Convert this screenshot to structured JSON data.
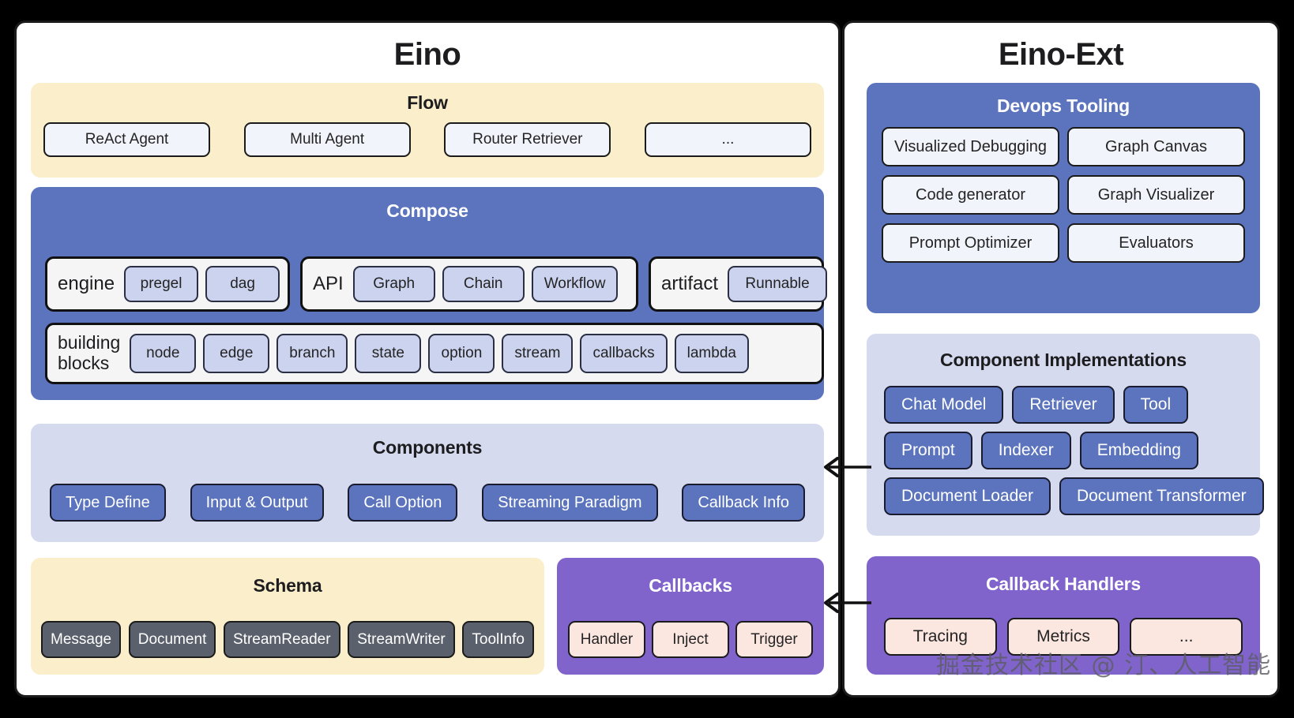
{
  "colors": {
    "flow_bg": "#faeecb",
    "compose_bg": "#5b74bd",
    "components_bg": "#d5daef",
    "schema_bg": "#faeecb",
    "callbacks_bg": "#8064cb",
    "devops_bg": "#5b74bd",
    "compimpl_bg": "#d5daef",
    "cbhandlers_bg": "#8064cb",
    "chip_white": "#f2f4fb",
    "chip_lavender": "#ccd3ef",
    "chip_blue": "#5b74bd",
    "chip_dark": "#5a606c",
    "chip_pink": "#fbe6e0",
    "border": "#1b1b1b",
    "page_bg": "#000000"
  },
  "left_panel": {
    "title": "Eino",
    "flow": {
      "title": "Flow",
      "items": [
        {
          "label": "ReAct Agent"
        },
        {
          "label": "Multi Agent"
        },
        {
          "label": "Router Retriever"
        },
        {
          "label": "..."
        }
      ]
    },
    "compose": {
      "title": "Compose",
      "groups": [
        {
          "label": "engine",
          "items": [
            {
              "label": "pregel"
            },
            {
              "label": "dag"
            }
          ]
        },
        {
          "label": "API",
          "items": [
            {
              "label": "Graph"
            },
            {
              "label": "Chain"
            },
            {
              "label": "Workflow"
            }
          ]
        },
        {
          "label": "artifact",
          "items": [
            {
              "label": "Runnable"
            }
          ]
        }
      ],
      "building_blocks": {
        "label": "building\nblocks",
        "items": [
          {
            "label": "node"
          },
          {
            "label": "edge"
          },
          {
            "label": "branch"
          },
          {
            "label": "state"
          },
          {
            "label": "option"
          },
          {
            "label": "stream"
          },
          {
            "label": "callbacks"
          },
          {
            "label": "lambda"
          }
        ]
      }
    },
    "components": {
      "title": "Components",
      "items": [
        {
          "label": "Type Define"
        },
        {
          "label": "Input & Output"
        },
        {
          "label": "Call Option"
        },
        {
          "label": "Streaming Paradigm"
        },
        {
          "label": "Callback Info"
        }
      ]
    },
    "schema": {
      "title": "Schema",
      "items": [
        {
          "label": "Message"
        },
        {
          "label": "Document"
        },
        {
          "label": "StreamReader"
        },
        {
          "label": "StreamWriter"
        },
        {
          "label": "ToolInfo"
        }
      ]
    },
    "callbacks": {
      "title": "Callbacks",
      "items": [
        {
          "label": "Handler"
        },
        {
          "label": "Inject"
        },
        {
          "label": "Trigger"
        }
      ]
    }
  },
  "right_panel": {
    "title": "Eino-Ext",
    "devops": {
      "title": "Devops Tooling",
      "items": [
        {
          "label": "Visualized Debugging"
        },
        {
          "label": "Graph Canvas"
        },
        {
          "label": "Code generator"
        },
        {
          "label": "Graph Visualizer"
        },
        {
          "label": "Prompt Optimizer"
        },
        {
          "label": "Evaluators"
        }
      ]
    },
    "component_implementations": {
      "title": "Component Implementations",
      "rows": [
        [
          {
            "label": "Chat Model"
          },
          {
            "label": "Retriever"
          },
          {
            "label": "Tool"
          }
        ],
        [
          {
            "label": "Prompt"
          },
          {
            "label": "Indexer"
          },
          {
            "label": "Embedding"
          }
        ],
        [
          {
            "label": "Document Loader"
          },
          {
            "label": "Document Transformer"
          }
        ]
      ]
    },
    "callback_handlers": {
      "title": "Callback Handlers",
      "items": [
        {
          "label": "Tracing"
        },
        {
          "label": "Metrics"
        },
        {
          "label": "..."
        }
      ]
    }
  },
  "connectors": [
    {
      "name": "components-arrow",
      "direction": "left"
    },
    {
      "name": "callbacks-arrow",
      "direction": "left"
    }
  ],
  "watermark": "掘金技术社区 @ 汀、人工智能"
}
